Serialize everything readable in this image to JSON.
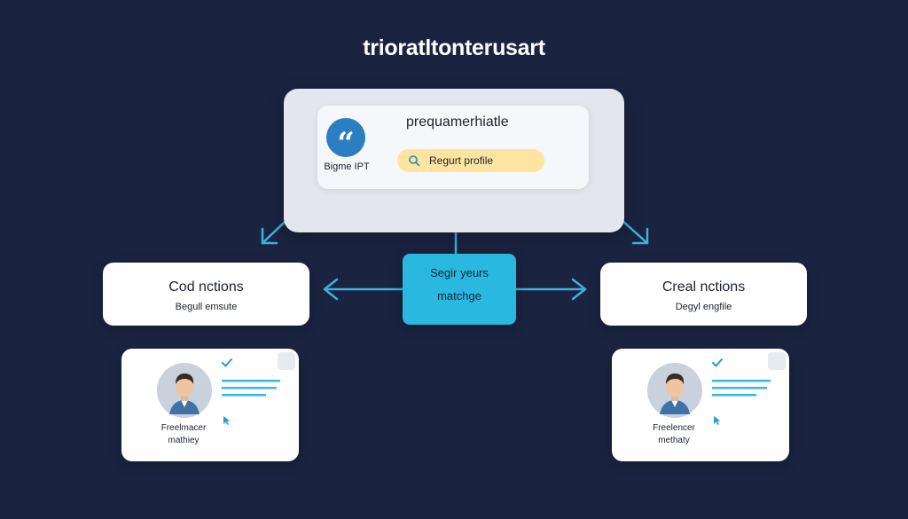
{
  "title": "trioratltonterusart",
  "top_panel": {
    "badge_glyph": "“",
    "app_name": "Bigme IPT",
    "heading": "prequamerhiatle",
    "search_label": "Regurt profile",
    "icons": [
      "quote-icon",
      "search-icon"
    ]
  },
  "center": {
    "line1": "Segir yeurs",
    "line2": "matchge"
  },
  "left_card": {
    "title": "Cod nctions",
    "subtitle": "Begull emsute"
  },
  "right_card": {
    "title": "Creal nctions",
    "subtitle": "Degyl engfile"
  },
  "left_profile": {
    "line1": "Freelmacer",
    "line2": "mathiey",
    "icons": [
      "avatar-icon",
      "check-icon",
      "cursor-icon"
    ]
  },
  "right_profile": {
    "line1": "Freelencer",
    "line2": "methaty",
    "icons": [
      "avatar-icon",
      "check-icon",
      "cursor-icon"
    ]
  },
  "colors": {
    "background": "#1a2340",
    "accent": "#29b8df",
    "search_pill": "#fde4a0",
    "badge": "#2b7fc1"
  }
}
